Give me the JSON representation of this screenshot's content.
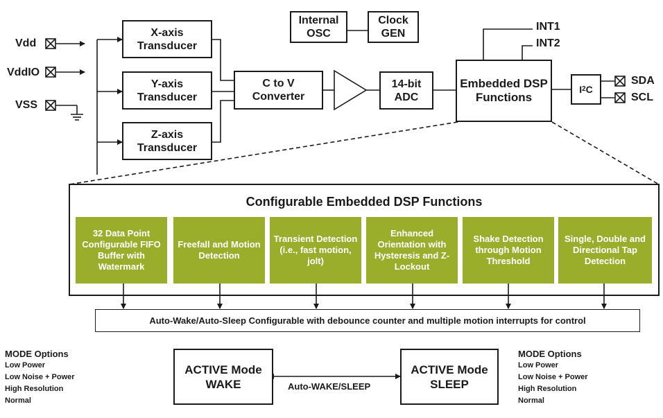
{
  "pins": {
    "vdd": "Vdd",
    "vddio": "VddIO",
    "vss": "VSS",
    "int1": "INT1",
    "int2": "INT2",
    "sda": "SDA",
    "scl": "SCL"
  },
  "blocks": {
    "x_transducer": "X-axis Transducer",
    "y_transducer": "Y-axis Transducer",
    "z_transducer": "Z-axis Transducer",
    "c_to_v": "C to V Converter",
    "adc": "14-bit ADC",
    "dsp": "Embedded DSP Functions",
    "osc": "Internal OSC",
    "clock": "Clock GEN",
    "i2c_main": "I",
    "i2c_sup": "2",
    "i2c_tail": "C"
  },
  "dsp_panel": {
    "title": "Configurable Embedded DSP Functions",
    "functions": [
      "32 Data Point Configurable FIFO Buffer with Watermark",
      "Freefall and Motion Detection",
      "Transient Detection (i.e., fast motion, jolt)",
      "Enhanced Orientation with Hysteresis and Z-Lockout",
      "Shake Detection through Motion Threshold",
      "Single, Double and Directional Tap Detection"
    ]
  },
  "auto_wake_bar": "Auto-Wake/Auto-Sleep Configurable with debounce counter and multiple motion interrupts for control",
  "modes": {
    "wake_box": "ACTIVE Mode WAKE",
    "sleep_box": "ACTIVE Mode SLEEP",
    "transition_label": "Auto-WAKE/SLEEP",
    "left_options": {
      "title": "MODE Options",
      "items": [
        "Low Power",
        "Low Noise + Power",
        "High Resolution",
        "Normal"
      ]
    },
    "right_options": {
      "title": "MODE Options",
      "items": [
        "Low Power",
        "Low Noise + Power",
        "High Resolution",
        "Normal"
      ]
    }
  },
  "colors": {
    "function_fill": "#9aae2c",
    "line": "#1a1a1a"
  }
}
